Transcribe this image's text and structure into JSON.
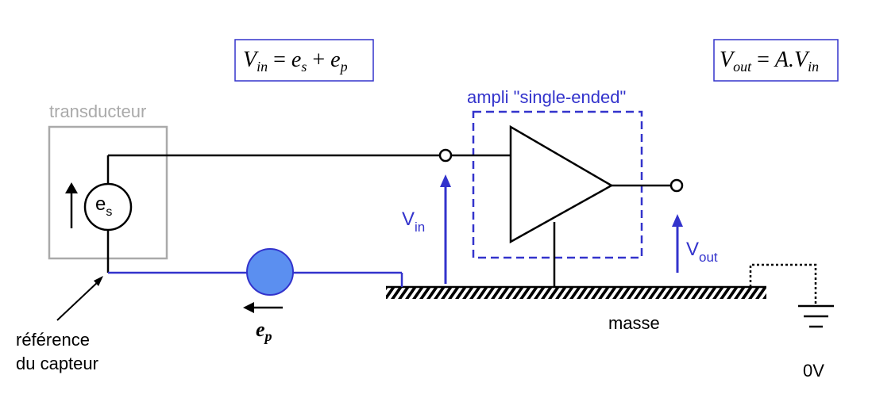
{
  "equations": {
    "vin": {
      "lhs": "V",
      "lhs_sub": "in",
      "eq": " = ",
      "t1": "e",
      "t1_sub": "s",
      "plus": " + ",
      "t2": "e",
      "t2_sub": "p"
    },
    "vout": {
      "lhs": "V",
      "lhs_sub": "out",
      "eq": " = ",
      "gain": "A.V",
      "gain_sub": "in"
    }
  },
  "labels": {
    "transducer": "transducteur",
    "source": "e",
    "source_sub": "s",
    "amplifier": "ampli \"single-ended\"",
    "vin": "V",
    "vin_sub": "in",
    "vout": "V",
    "vout_sub": "out",
    "noise": "e",
    "noise_sub": "p",
    "ground": "masse",
    "zero_volt": "0V",
    "sensor_ref_line1": "référence",
    "sensor_ref_line2": "du capteur"
  },
  "colors": {
    "wire": "#000000",
    "accent": "#3333cc",
    "noise_fill": "#5b8ff0",
    "transducer_box": "#aaaaaa",
    "equation_box": "#3333cc"
  }
}
